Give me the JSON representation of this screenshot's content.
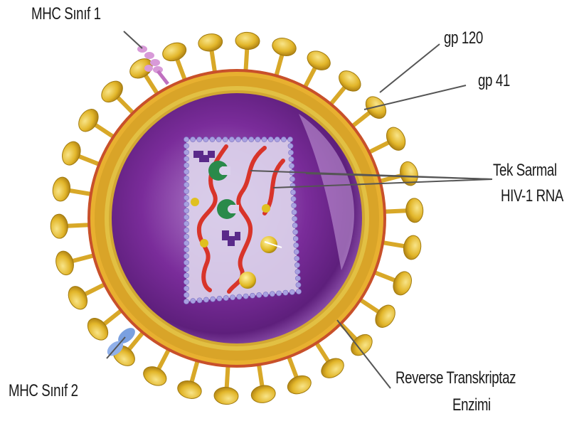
{
  "labels": {
    "mhc1": "MHC Sınıf 1",
    "gp120": "gp 120",
    "gp41": "gp 41",
    "rna_line1": "Tek Sarmal",
    "rna_line2": "HIV-1 RNA",
    "mhc2": "MHC Sınıf 2",
    "rt_line1": "Reverse Transkriptaz",
    "rt_line2": "Enzimi"
  },
  "colors": {
    "envelope_gold": "#e6c23a",
    "envelope_red": "#c8502a",
    "spike_gold": "#e8c030",
    "interior_purple": "#7a2c9a",
    "interior_light": "#c9a8e0",
    "capsid_fill": "#d8cde8",
    "capsid_beads": "#a8a0e0",
    "rna_red": "#d83a2a",
    "mhc1_pink": "#d89ad8",
    "mhc2_blue": "#7aa0e0",
    "enzyme_green": "#2a8a4a"
  },
  "icons": {
    "spike": "gp120-knob-icon",
    "enzyme": "reverse-transcriptase-icon",
    "mhc1": "mhc-class1-icon",
    "mhc2": "mhc-class2-icon"
  }
}
